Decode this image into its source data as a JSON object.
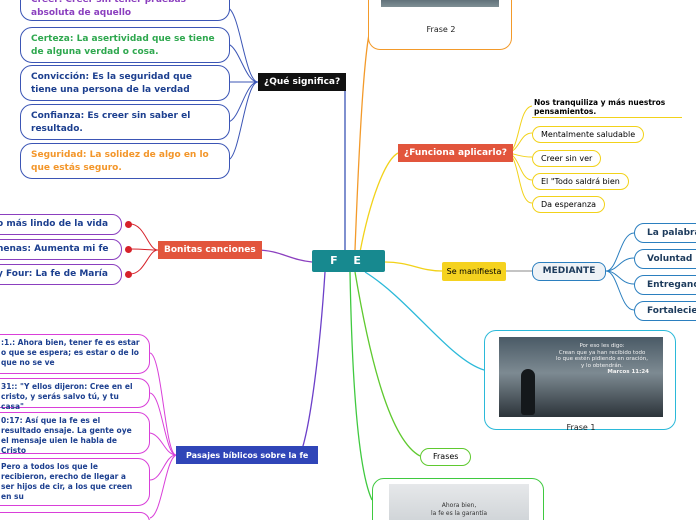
{
  "center": "F E",
  "significa": {
    "title": "¿Qué significa?",
    "items": [
      "Creer: Creer sin tener pruebas absoluta de aquello",
      "Certeza: La asertividad que se tiene de alguna verdad o cosa.",
      "Convicción: Es la seguridad que tiene una persona de la verdad",
      "Confianza: Es creer sin saber el resultado.",
      "Seguridad: La solidez de algo en lo que estás seguro."
    ],
    "colors": [
      "#8b3fbf",
      "#2fa84f",
      "#1c3f8f",
      "#1c3f8f",
      "#f3962a"
    ]
  },
  "funciona": {
    "title": "¿Funciona aplicarlo?",
    "items": [
      "Nos tranquiliza y más nuestros pensamientos.",
      "Mentalmente saludable",
      "Creer sin ver",
      "El \"Todo saldrá bien",
      "Da esperanza"
    ]
  },
  "manifiesta": {
    "title": "Se manifiesta",
    "mediante": "MEDIANTE",
    "items": [
      "La palabra",
      "Voluntad",
      "Entregando",
      "Fortaleciendo"
    ]
  },
  "canciones": {
    "title": "Bonitas canciones",
    "items": [
      "o más lindo de la vida",
      "nenas: Aumenta mi fe",
      "y Four: La fe de María"
    ]
  },
  "pasajes": {
    "title": "Pasajes bíblicos sobre la fe",
    "items": [
      ":1.: Ahora bien, tener fe es estar o que se espera; es estar o de lo que no se ve",
      "31:: \"Y ellos dijeron: Cree en el cristo, y serás salvo tú, y tu casa\"",
      "0:17: Así que la fe es el resultado ensaje. La gente oye el mensaje uien le habla de Cristo",
      "Pero a todos los que le recibieron, erecho de llegar a ser hijos de cir, a los que creen en su"
    ]
  },
  "frase2": {
    "caption": "Frase 2"
  },
  "frase1": {
    "caption": "Frase 1",
    "quote": [
      "Por eso les digo:",
      "Crean que ya han recibido todo",
      "lo que estén pidiendo en oración,",
      "y lo obtendrán."
    ],
    "ref": "Marcos 11:24"
  },
  "frases": {
    "title": "Frases"
  },
  "frase3": {
    "quote": [
      "Ahora bien,",
      "la fe es la garantía"
    ]
  }
}
